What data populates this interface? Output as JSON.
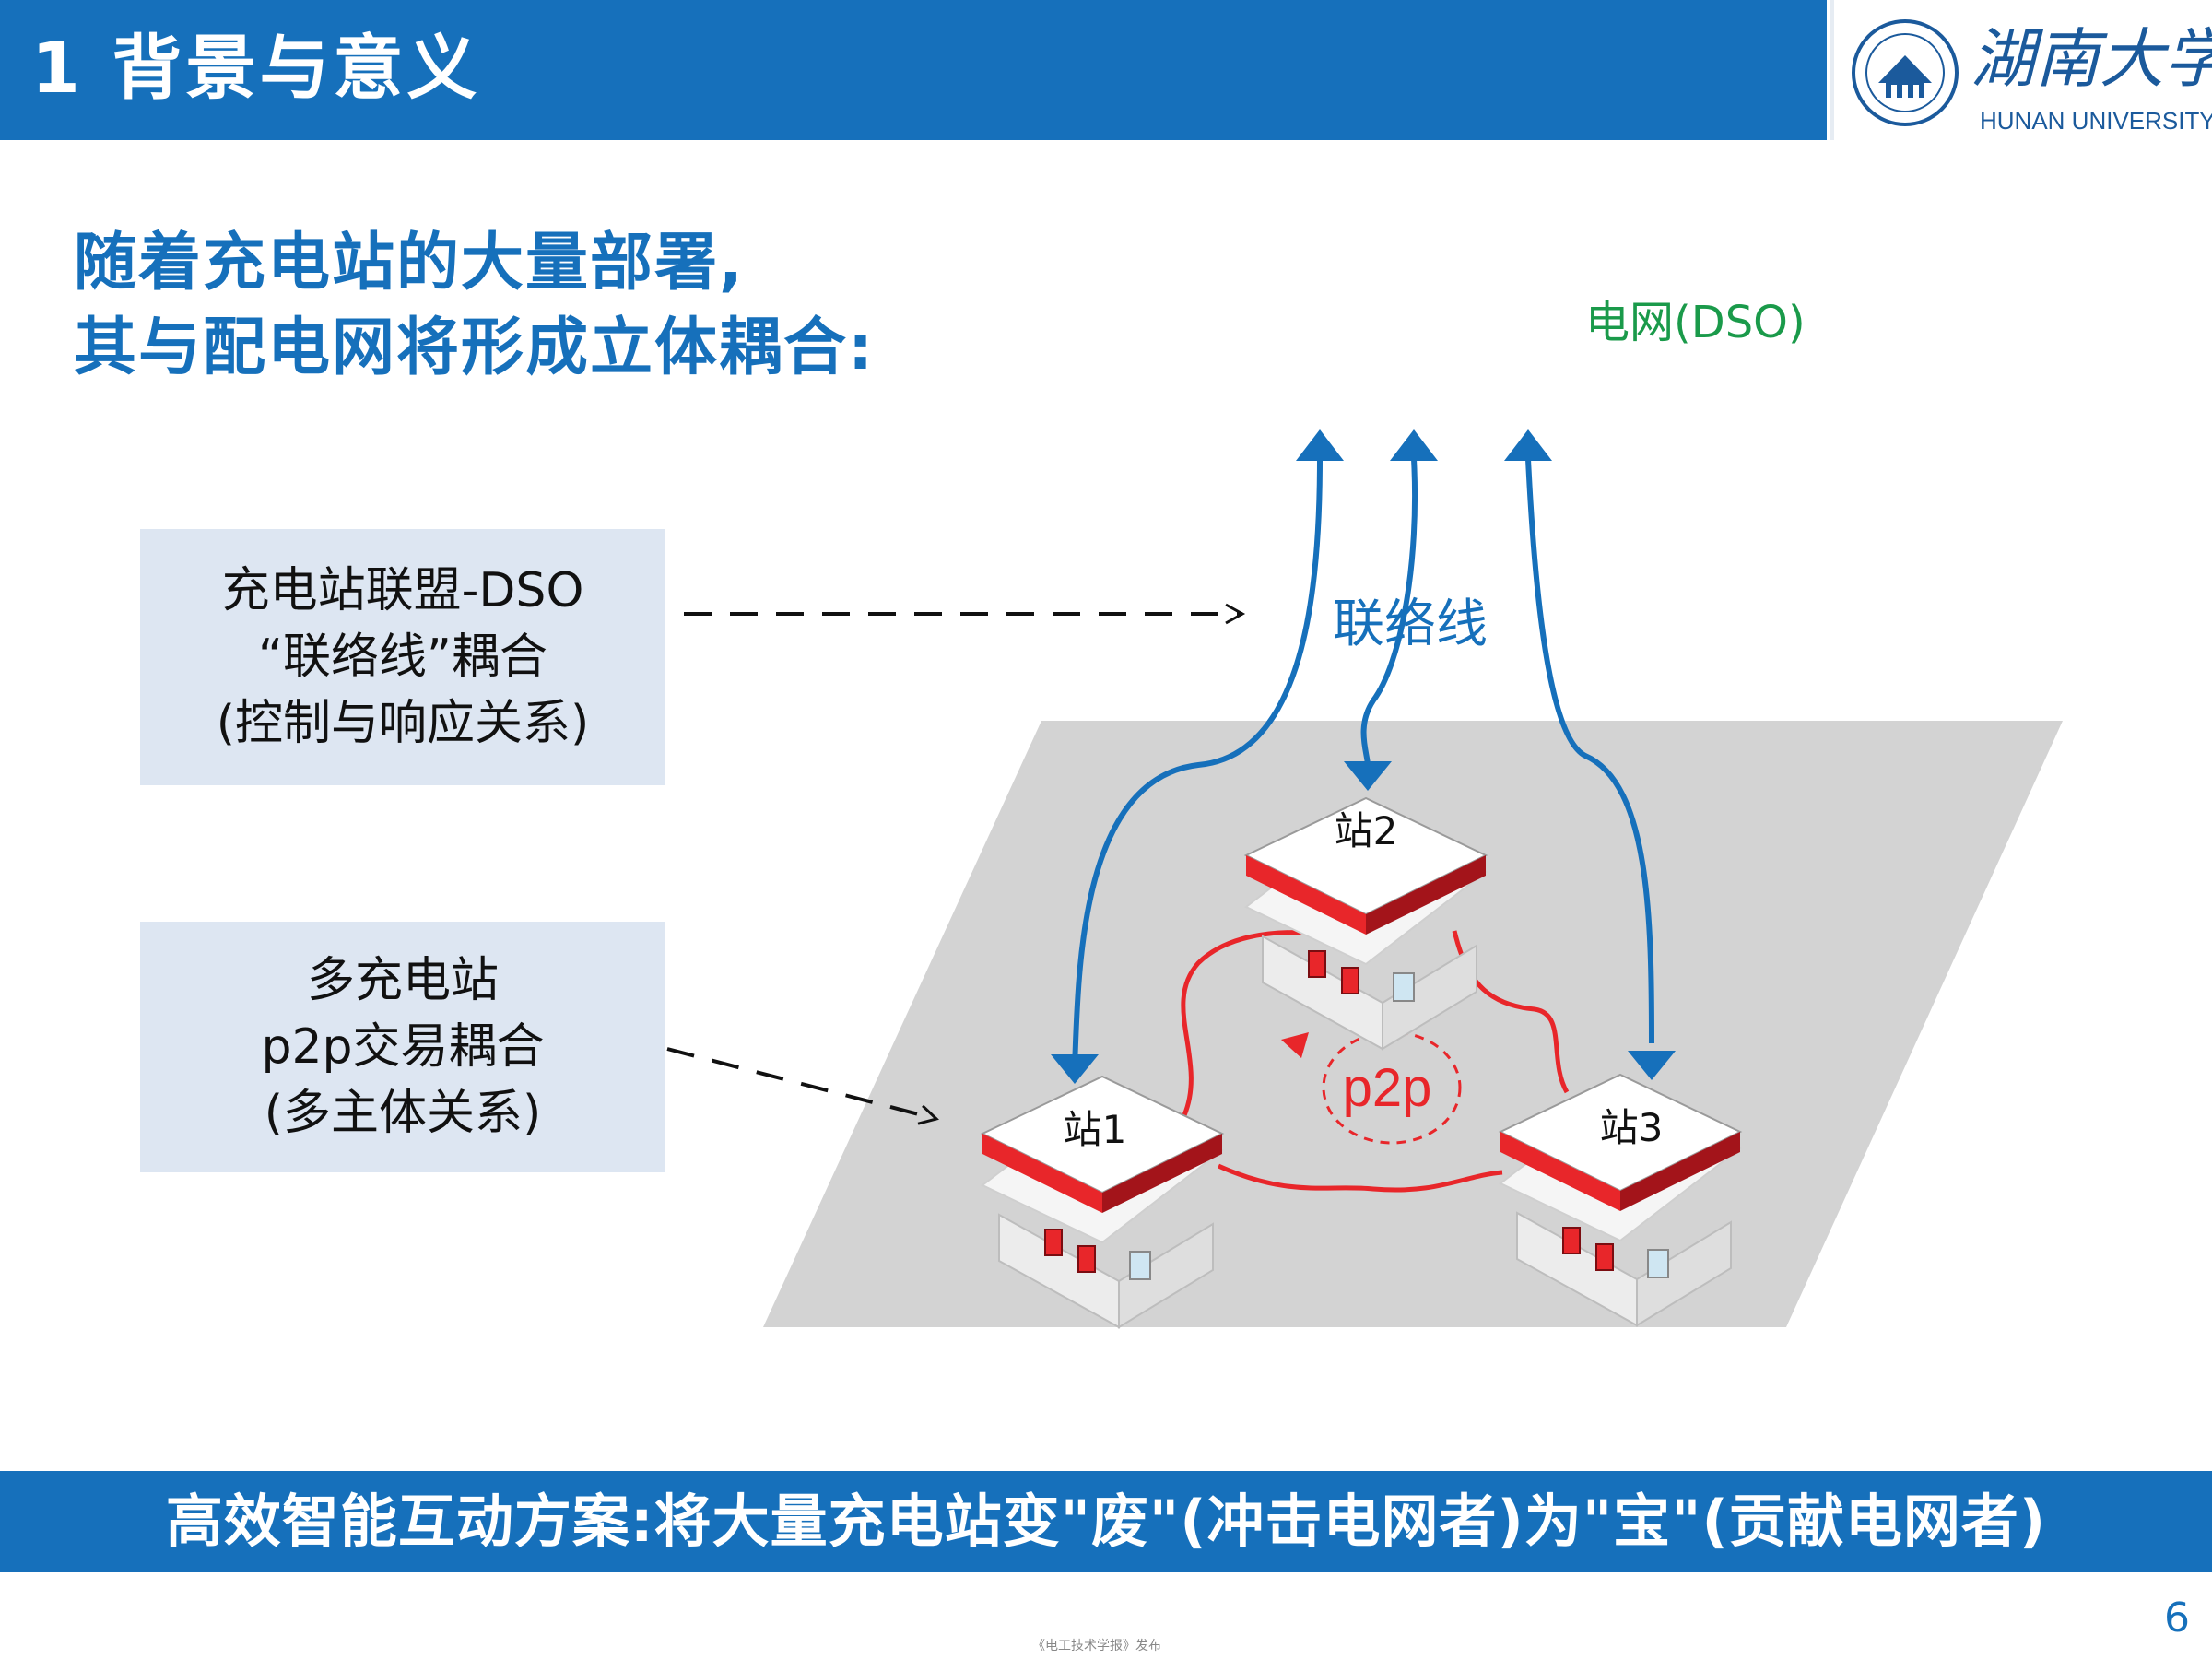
{
  "header": {
    "title": "1 背景与意义"
  },
  "logo": {
    "name_cn": "湖南大学",
    "name_en": "HUNAN UNIVERSITY"
  },
  "intro": {
    "line1": "随着充电站的大量部署,",
    "line2": "其与配电网将形成立体耦合:"
  },
  "diagram": {
    "grid_label": "电网(DSO)",
    "tie_line_label": "联络线",
    "p2p_label": "p2p",
    "stations": [
      "站1",
      "站2",
      "站3"
    ],
    "colors": {
      "blue": "#1670bb",
      "red": "#e8262a",
      "green": "#1a9a4a",
      "plane": "#d3d3d3"
    }
  },
  "box1": {
    "line1": "充电站联盟-DSO",
    "line2": "“联络线”耦合",
    "line3": "(控制与响应关系)"
  },
  "box2": {
    "line1": "多充电站",
    "line2": "p2p交易耦合",
    "line3": "(多主体关系)"
  },
  "footer": {
    "banner": "高效智能互动方案:将大量充电站变\"废\"(冲击电网者)为\"宝\"(贡献电网者)",
    "page_number": "6",
    "publisher": "《电工技术学报》发布"
  }
}
